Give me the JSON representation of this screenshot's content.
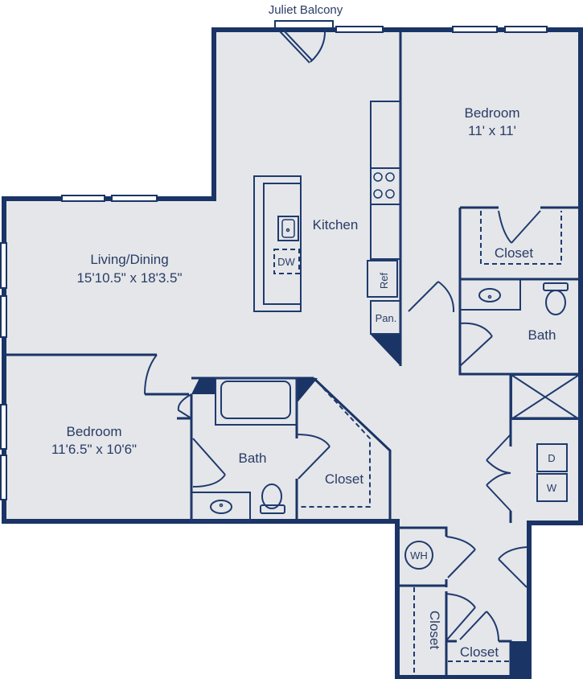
{
  "plan": {
    "balcony_label": "Juliet Balcony",
    "rooms": {
      "living": {
        "name": "Living/Dining",
        "size": "15'10.5\" x 18'3.5\""
      },
      "kitchen": {
        "name": "Kitchen"
      },
      "bedroom_master": {
        "name": "Bedroom",
        "size": "11' x 11'"
      },
      "bedroom_second": {
        "name": "Bedroom",
        "size": "11'6.5\" x 10'6\""
      },
      "bath_master": {
        "name": "Bath"
      },
      "bath_second": {
        "name": "Bath"
      },
      "closet_master": {
        "name": "Closet"
      },
      "closet_second": {
        "name": "Closet"
      },
      "closet_hall_vertical": {
        "name": "Closet"
      },
      "closet_hall_small": {
        "name": "Closet"
      }
    },
    "fixtures": {
      "dishwasher": "DW",
      "refrigerator": "Ref",
      "pantry": "Pan.",
      "dryer": "D",
      "washer": "W",
      "water_heater": "WH"
    },
    "colors": {
      "wall": "#1a3466",
      "floor": "#e4e6e9",
      "text": "#2a3c66"
    }
  }
}
